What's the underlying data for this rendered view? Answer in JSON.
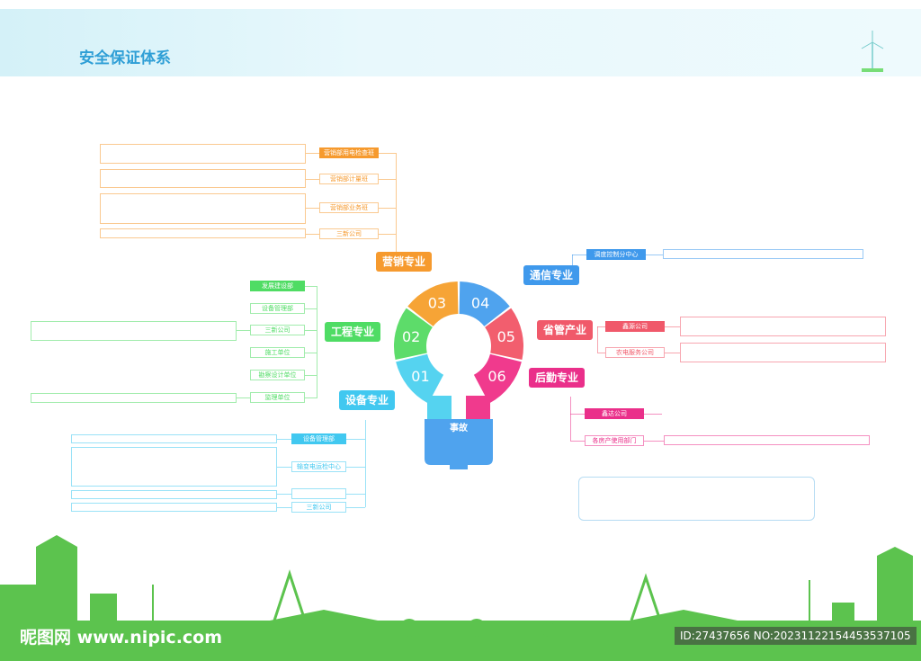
{
  "header": {
    "title": "安全保证体系"
  },
  "center": {
    "label": "事故",
    "colors": {
      "01": "#55d3f0",
      "02": "#5ddc6a",
      "03": "#f6a436",
      "04": "#4fa3ee",
      "05": "#f25e6e",
      "06": "#f03a8d",
      "base": "#4fa3ee"
    }
  },
  "segments": [
    "01",
    "02",
    "03",
    "04",
    "05",
    "06"
  ],
  "categories": {
    "marketing": {
      "label": "营销专业",
      "color": "#f69a2e",
      "items": [
        "营销部用电检查班",
        "营销部计量班",
        "营销部业务班",
        "三新公司"
      ]
    },
    "engineering": {
      "label": "工程专业",
      "color": "#4fdc64",
      "items": [
        "发展建设部",
        "设备管理部",
        "三新公司",
        "施工单位",
        "勘察设计单位",
        "监理单位"
      ]
    },
    "equipment": {
      "label": "设备专业",
      "color": "#41c8f0",
      "items": [
        "设备管理部",
        "输变电运检中心",
        "",
        "三新公司"
      ]
    },
    "communication": {
      "label": "通信专业",
      "color": "#3f99ec",
      "items": [
        "调度控制分中心"
      ]
    },
    "provincial": {
      "label": "省管产业",
      "color": "#f0596a",
      "items": [
        "鑫源公司",
        "农电服务公司"
      ]
    },
    "logistics": {
      "label": "后勤专业",
      "color": "#ea2f8a",
      "items": [
        "鑫达公司",
        "各房产使用部门"
      ]
    }
  },
  "watermark": {
    "site": "昵图网 www.nipic.com",
    "id": "ID:27437656 NO:20231122154453537105"
  }
}
